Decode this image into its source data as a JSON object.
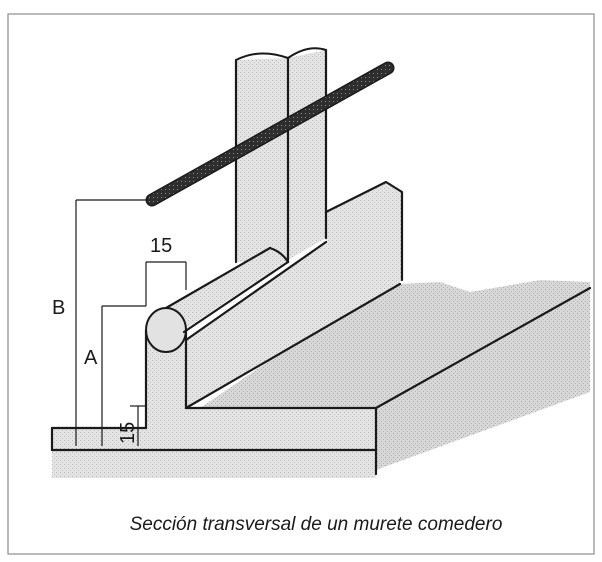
{
  "diagram": {
    "caption": "Sección transversal de un murete comedero",
    "labels": {
      "dim_15_top": "15",
      "dim_15_side": "15",
      "dim_a": "A",
      "dim_b": "B"
    },
    "colors": {
      "frame": "#8c8c8c",
      "line": "#1a1a1a",
      "concrete_fill": "#dcdcdc",
      "ground_fill": "#d4d4d4",
      "post_fill": "#e2e2e2",
      "rail_fill": "#3a3a3a"
    }
  }
}
